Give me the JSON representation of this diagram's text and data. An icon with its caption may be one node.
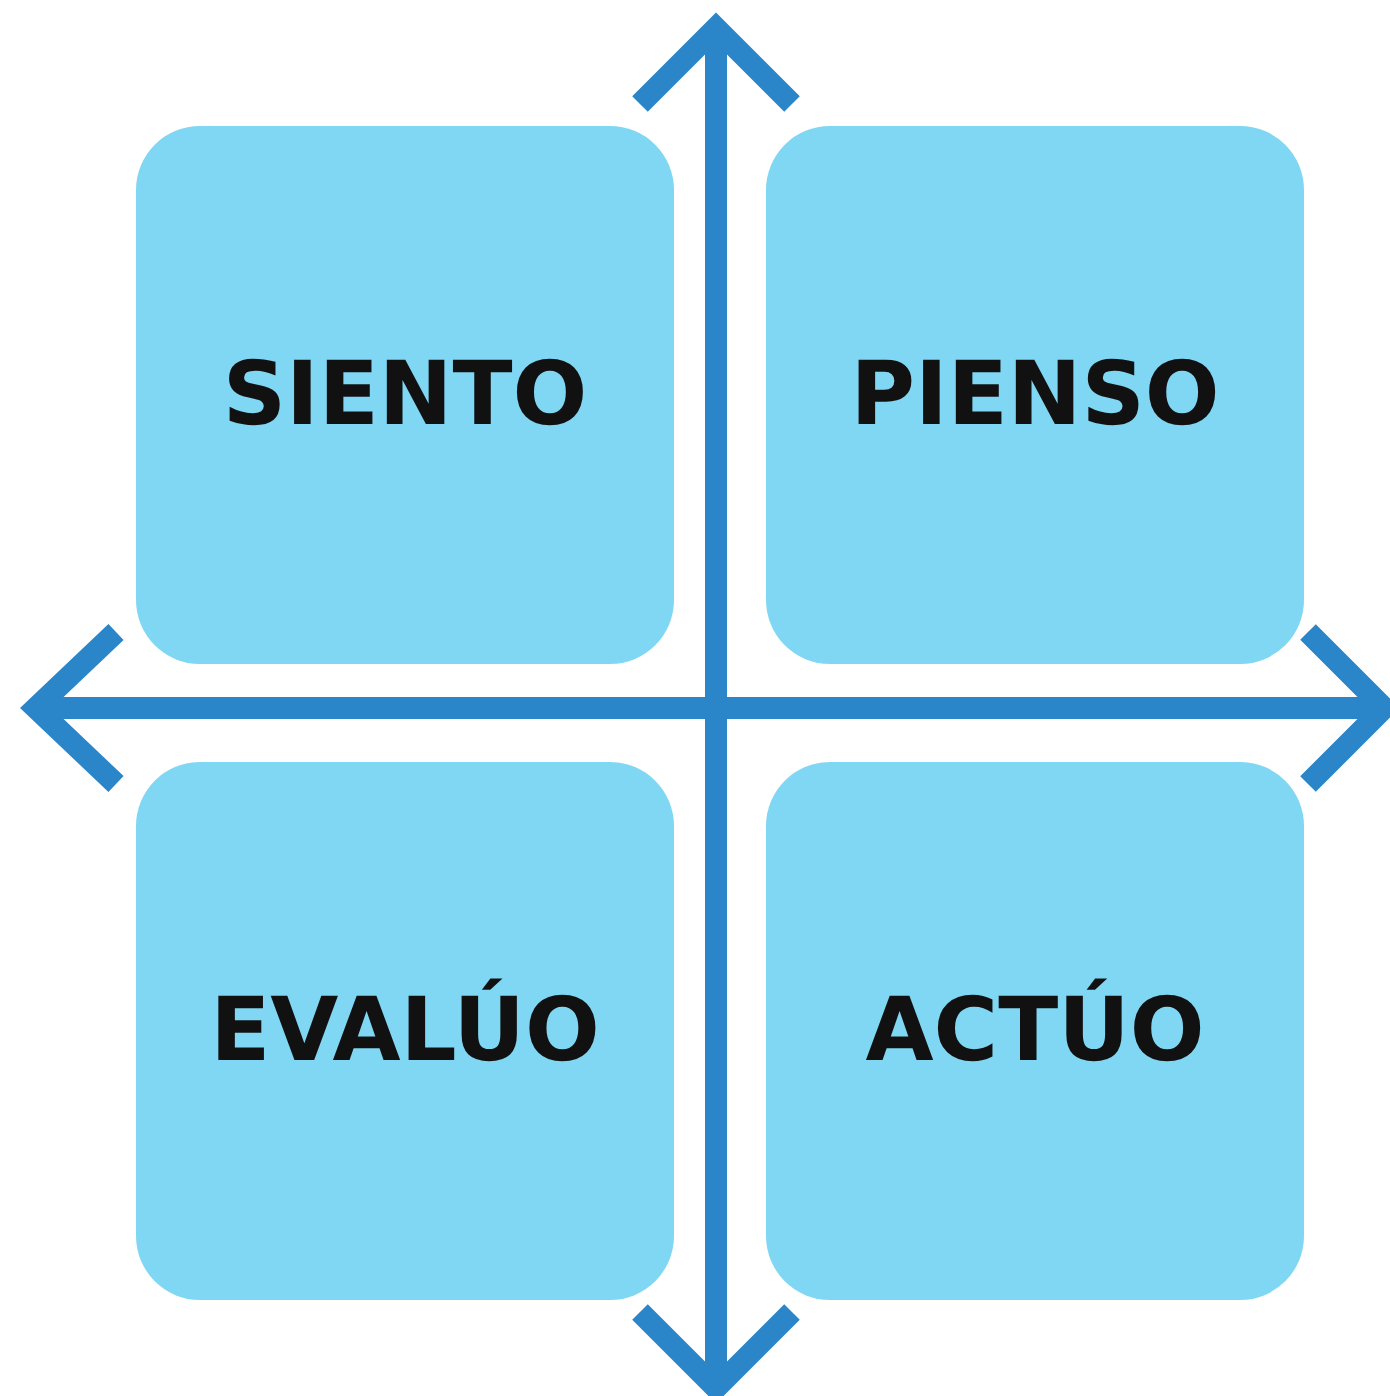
{
  "diagram": {
    "nodes": [
      {
        "text": [
          "SIENTO"
        ]
      },
      {
        "text": [
          "PIENSO"
        ]
      },
      {
        "text": [
          "EVALÚO"
        ]
      },
      {
        "text": [
          "ACTÚO"
        ]
      }
    ]
  }
}
